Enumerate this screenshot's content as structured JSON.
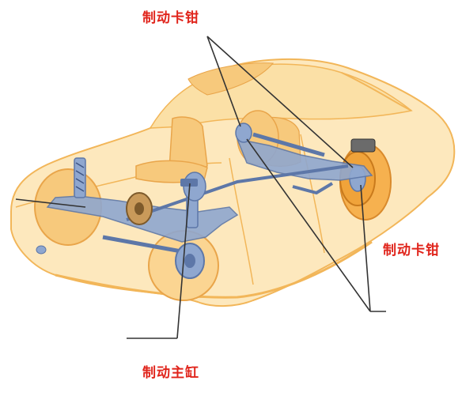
{
  "labels": {
    "caliper_top": "制动卡钳",
    "caliper_right": "制动卡钳",
    "master_cylinder": "制动主缸"
  },
  "colors": {
    "label": "#e0241b",
    "body_fill": "#fde8bd",
    "body_stroke": "#f2b659",
    "body_shade": "#f7c97c",
    "chassis_blue": "#8fa7cf",
    "chassis_dark": "#5d77a8",
    "brake_disc": "#f0a33a",
    "leader_line": "#333333"
  },
  "icons": [
    "car-cutaway-illustration"
  ]
}
